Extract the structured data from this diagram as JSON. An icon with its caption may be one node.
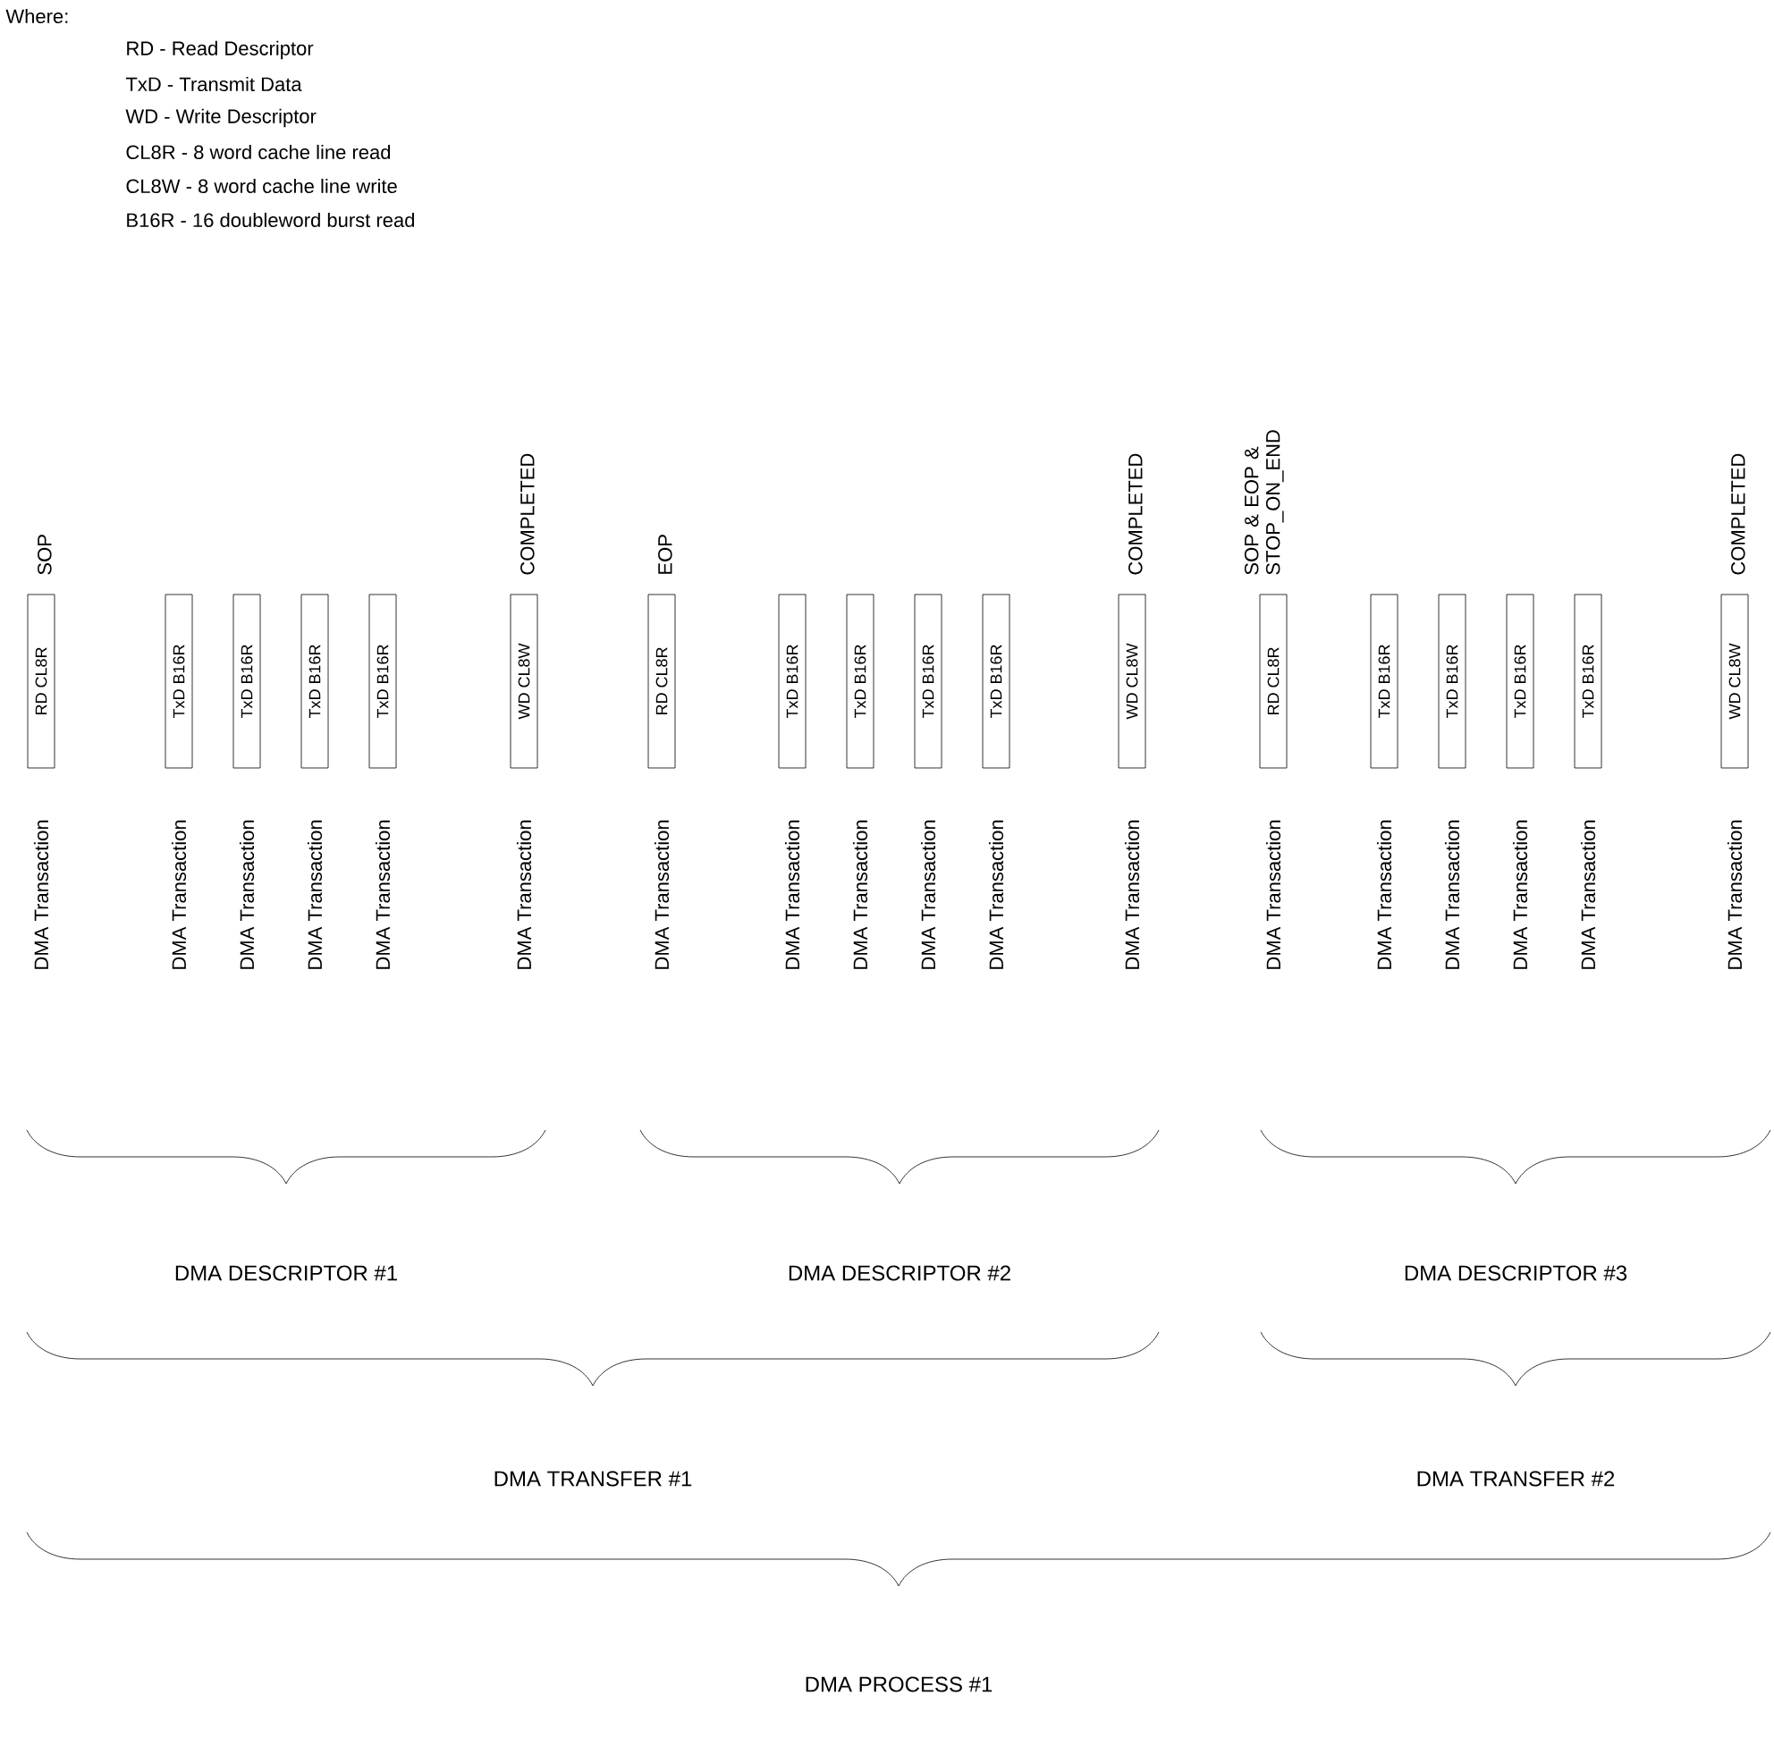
{
  "diagram": {
    "nodes": [
      {
        "text": [
          "RD CL8R"
        ],
        "beside": [
          "SOP",
          "DMA Transaction"
        ]
      },
      {
        "text": [
          "TxD B16R"
        ],
        "beside": [
          "DMA Transaction"
        ]
      },
      {
        "text": [
          "TxD B16R"
        ],
        "beside": [
          "DMA Transaction"
        ]
      },
      {
        "text": [
          "TxD B16R"
        ],
        "beside": [
          "DMA Transaction"
        ]
      },
      {
        "text": [
          "TxD B16R"
        ],
        "beside": [
          "DMA Transaction"
        ]
      },
      {
        "text": [
          "WD CL8W"
        ],
        "beside": [
          "COMPLETED",
          "DMA Transaction"
        ]
      },
      {
        "text": [
          "RD CL8R"
        ],
        "beside": [
          "EOP",
          "DMA Transaction"
        ]
      },
      {
        "text": [
          "TxD B16R"
        ],
        "beside": [
          "DMA Transaction"
        ]
      },
      {
        "text": [
          "TxD B16R"
        ],
        "beside": [
          "DMA Transaction"
        ]
      },
      {
        "text": [
          "TxD B16R"
        ],
        "beside": [
          "DMA Transaction"
        ]
      },
      {
        "text": [
          "TxD B16R"
        ],
        "beside": [
          "DMA Transaction"
        ]
      },
      {
        "text": [
          "WD CL8W"
        ],
        "beside": [
          "COMPLETED",
          "DMA Transaction"
        ]
      },
      {
        "text": [
          "RD CL8R"
        ],
        "beside": [
          "SOP & EOP & STOP_ON_END",
          "DMA Transaction"
        ]
      },
      {
        "text": [
          "TxD B16R"
        ],
        "beside": [
          "DMA Transaction"
        ]
      },
      {
        "text": [
          "TxD B16R"
        ],
        "beside": [
          "DMA Transaction"
        ]
      },
      {
        "text": [
          "TxD B16R"
        ],
        "beside": [
          "DMA Transaction"
        ]
      },
      {
        "text": [
          "TxD B16R"
        ],
        "beside": [
          "DMA Transaction"
        ]
      },
      {
        "text": [
          "WD CL8W"
        ],
        "beside": [
          "COMPLETED",
          "DMA Transaction"
        ]
      }
    ],
    "labels": [
      "Where:",
      "RD - Read Descriptor",
      "TxD - Transmit Data",
      "WD - Write Descriptor",
      "CL8R - 8 word cache line read",
      "CL8W - 8 word cache line write",
      "B16R - 16 doubleword burst read",
      "DMA DESCRIPTOR #1",
      "DMA DESCRIPTOR #2",
      "DMA DESCRIPTOR #3",
      "DMA TRANSFER #1",
      "DMA TRANSFER #2",
      "DMA PROCESS #1"
    ]
  }
}
